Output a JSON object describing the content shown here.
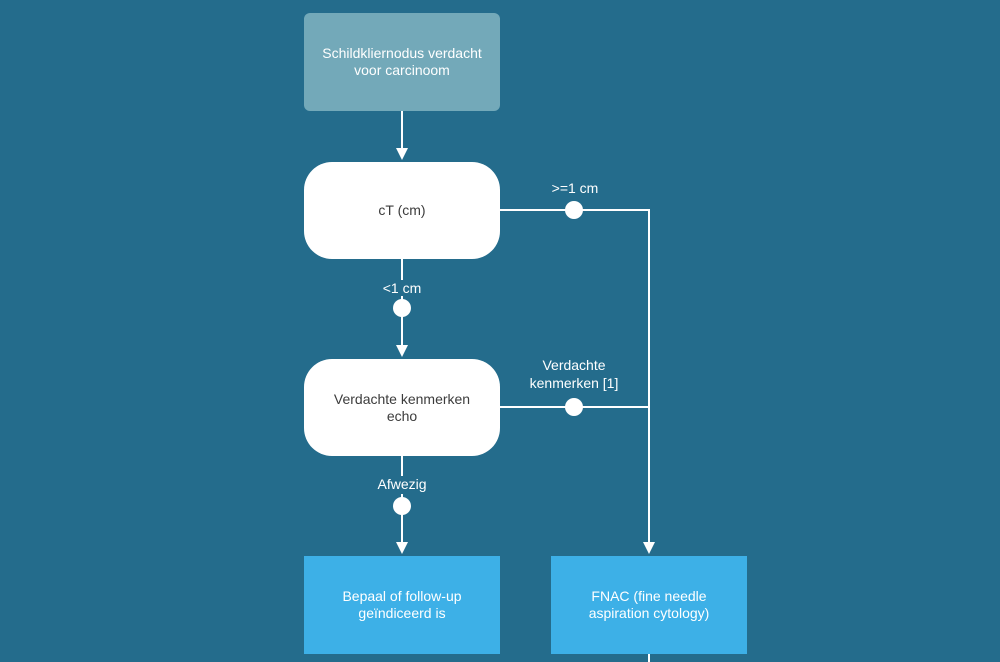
{
  "flowchart": {
    "start": {
      "label": "Schildkliernodus verdacht\nvoor carcinoom"
    },
    "decision_size": {
      "label": "cT (cm)"
    },
    "decision_echo": {
      "label": "Verdachte kenmerken\necho"
    },
    "action_followup": {
      "label": "Bepaal of follow-up\ngeïndiceerd is"
    },
    "action_fnac": {
      "label": "FNAC (fine needle\naspiration cytology)"
    },
    "edges": {
      "size_large": ">=1 cm",
      "size_small": "<1 cm",
      "echo_suspicious": "Verdachte\nkenmerken [1]",
      "echo_absent": "Afwezig"
    }
  },
  "colors": {
    "background": "#246c8c",
    "start_node": "#73a9b9",
    "decision_node": "#ffffff",
    "action_node": "#3db0e7",
    "connector": "#ffffff"
  }
}
